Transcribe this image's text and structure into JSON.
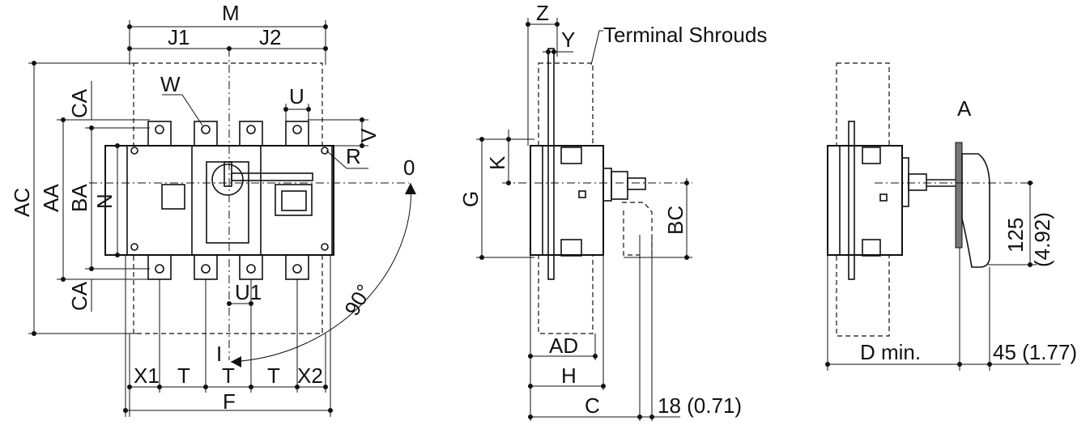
{
  "front_view": {
    "labels": {
      "M": "M",
      "J1": "J1",
      "J2": "J2",
      "W": "W",
      "U": "U",
      "CA_top": "CA",
      "V": "V",
      "R": "R",
      "zero": "0",
      "AC": "AC",
      "AA": "AA",
      "BA": "BA",
      "N": "N",
      "CA_bottom": "CA",
      "U1": "U1",
      "ninety": "90°",
      "I": "I",
      "X1": "X1",
      "T1": "T",
      "T2": "T",
      "T3": "T",
      "X2": "X2",
      "F": "F"
    }
  },
  "side_view": {
    "labels": {
      "Z": "Z",
      "Y": "Y",
      "terminal_shrouds": "Terminal Shrouds",
      "K": "K",
      "G": "G",
      "BC": "BC",
      "AD": "AD",
      "H": "H",
      "C": "C",
      "dim_18": "18 (0.71)"
    }
  },
  "handle_view": {
    "labels": {
      "A": "A",
      "dim_125": "125",
      "dim_125_in": "(4.92)",
      "D_min": "D min.",
      "dim_45": "45 (1.77)"
    }
  },
  "colors": {
    "line": "#111111",
    "background": "#ffffff",
    "handle_fill": "#777777"
  }
}
